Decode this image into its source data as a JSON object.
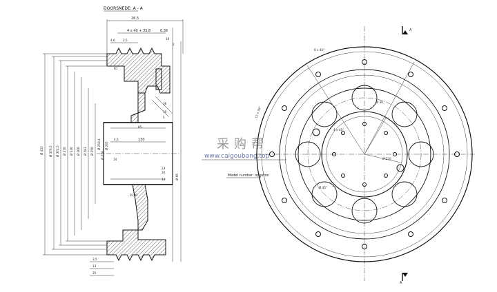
{
  "section_title": "DOORSNEDE: A - A",
  "watermark": {
    "cn": "采购帮",
    "url": "www.caigoubang.top"
  },
  "model_note": "Model number: opgeton",
  "section_markers": {
    "top": "A",
    "bottom": "A"
  },
  "top_dims": {
    "overall": "26,5",
    "pitch": "4 x 40 + 35,8",
    "gap_right": "0,36",
    "a": "4,6",
    "b": "2,5",
    "c": "10",
    "d": "2"
  },
  "left_dims": [
    "Ø 432",
    "Ø 376,5",
    "Ø 374,5",
    "Ø 370",
    "Ø 336",
    "Ø 300",
    "Ø 283",
    "Ø 250"
  ],
  "inner_dims": [
    "Ø 250,4",
    "Ø 258",
    "Ø 265"
  ],
  "hub_dims": {
    "bore": "130",
    "left": "4,5",
    "r": "R1",
    "center": "14"
  },
  "right_dims": [
    "65",
    "5",
    "30",
    "16",
    "23",
    "14",
    "Ø 66",
    "36"
  ],
  "bottom_dims": [
    "3,5",
    "13",
    "25"
  ],
  "groove_note": "R100",
  "circle_dims": {
    "bolt_pattern": "8 x 45°",
    "pcd_outer": "12 x 30°",
    "hole": "Ø 30",
    "bore": "Ø 230",
    "chamfer": "4 x 45°",
    "slot": "Ø 45°"
  }
}
